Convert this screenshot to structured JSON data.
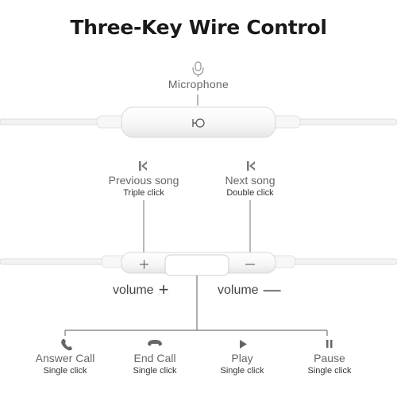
{
  "title": "Three-Key Wire Control",
  "microphone": {
    "label": "Microphone",
    "icon": "microphone-icon"
  },
  "previous_song": {
    "label": "Previous song",
    "action": "Triple click",
    "icon": "previous-track-icon"
  },
  "next_song": {
    "label": "Next song",
    "action": "Double click",
    "icon": "next-track-icon"
  },
  "volume_up": {
    "label": "volume",
    "symbol": "+"
  },
  "volume_down": {
    "label": "volume",
    "symbol": "—"
  },
  "functions": [
    {
      "label": "Answer Call",
      "action": "Single click",
      "icon": "phone-icon"
    },
    {
      "label": "End Call",
      "action": "Single click",
      "icon": "hang-up-icon"
    },
    {
      "label": "Play",
      "action": "Single click",
      "icon": "play-icon"
    },
    {
      "label": "Pause",
      "action": "Single click",
      "icon": "pause-icon"
    }
  ]
}
